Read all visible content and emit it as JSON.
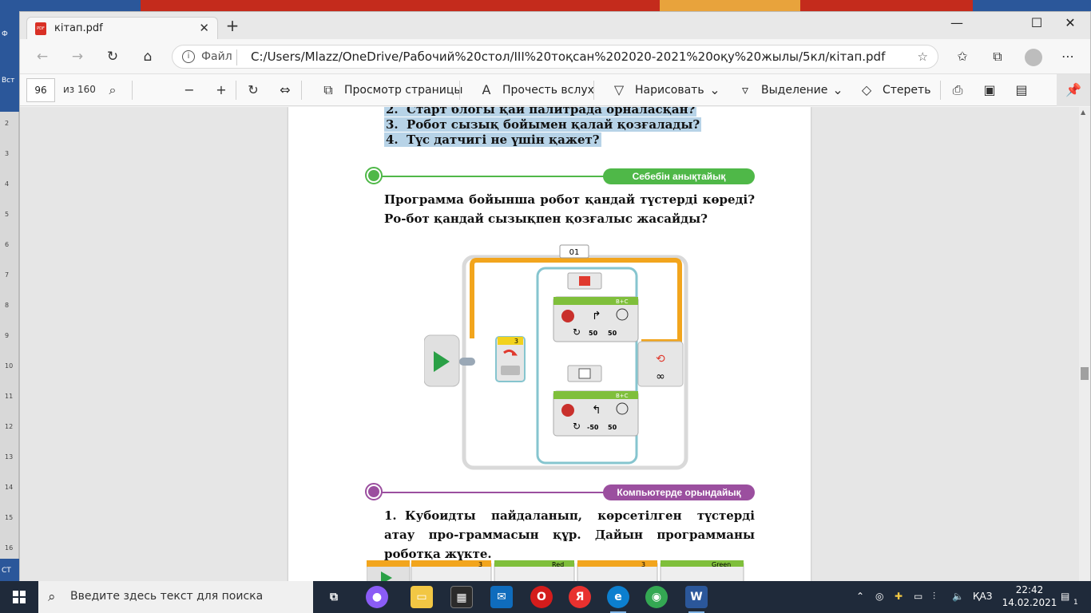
{
  "background_window": {
    "left_labels": [
      "Ф",
      "Вст",
      "СТ"
    ],
    "ruler_ticks": [
      "2",
      "3",
      "4",
      "5",
      "6",
      "7",
      "8",
      "9",
      "10",
      "11",
      "12",
      "13",
      "14",
      "15",
      "16"
    ]
  },
  "browser": {
    "tab_title": "кітап.pdf",
    "tab_icon_text": "PDF",
    "new_tab_symbol": "+",
    "url_protocol": "Файл",
    "url": "C:/Users/Mlazz/OneDrive/Рабочий%20стол/III%20тоқсан%202020-2021%20оқу%20жылы/5кл/кітап.pdf"
  },
  "pdf_toolbar": {
    "page_number": "96",
    "page_count": "из 160",
    "page_view": "Просмотр страницы",
    "read_aloud": "Прочесть вслух",
    "draw": "Нарисовать",
    "highlight": "Выделение",
    "erase": "Стереть"
  },
  "document": {
    "questions": [
      {
        "num": "2.",
        "text": "Старт блогы қай палитрада орналасқан?"
      },
      {
        "num": "3.",
        "text": "Робот сызық бойымен қалай қозғалады?"
      },
      {
        "num": "4.",
        "text": "Түс датчигі не үшін қажет?"
      }
    ],
    "section1_title": "Себебін анықтайық",
    "section1_text": "Программа бойынша робот қандай түстерді көреді? Ро-бот қандай сызықпен қозғалыс жасайды?",
    "diagram": {
      "loop_label": "01",
      "switch_value": "3",
      "steer_ports": "B+C",
      "steer_top": [
        "50",
        "50"
      ],
      "steer_bottom": [
        "-50",
        "50"
      ],
      "loop_end_symbol": "∞"
    },
    "section2_title": "Компьютерде орындайық",
    "task1_num": "1.",
    "task1_text": "Кубоидты пайдаланып, көрсетілген түстерді атау про-граммасын құр. Дайын программаны роботқа жүкте.",
    "diagram2": {
      "labels": [
        "3",
        "Red",
        "3",
        "Green"
      ]
    }
  },
  "taskbar": {
    "search_placeholder": "Введите здесь текст для поиска",
    "language": "ҚАЗ",
    "time": "22:42",
    "date": "14.02.2021",
    "notifications": "1"
  },
  "colors": {
    "green_section": "#4fb848",
    "purple_section": "#9b4f9f",
    "highlight": "#b7d3e7",
    "orange_wire": "#f2a51d",
    "teal_wire": "#86c5cf"
  }
}
